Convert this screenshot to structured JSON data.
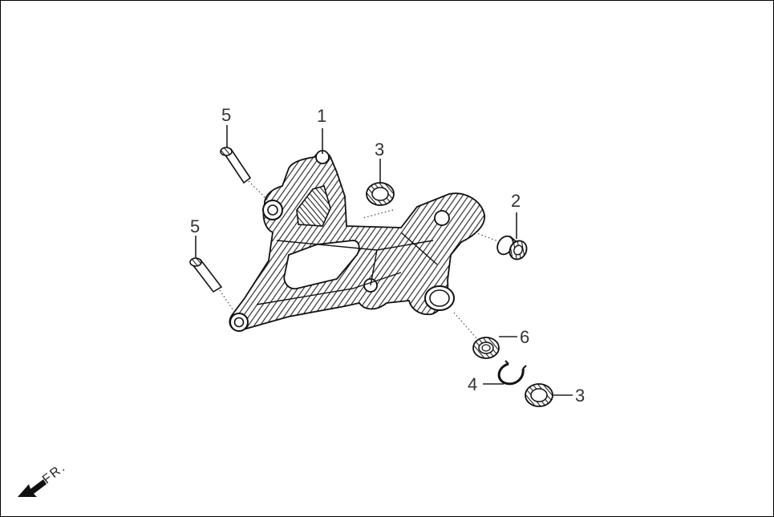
{
  "callouts": [
    {
      "id": "bracket",
      "label": "1"
    },
    {
      "id": "bushing",
      "label": "2"
    },
    {
      "id": "seal-upper",
      "label": "3"
    },
    {
      "id": "seal-lower",
      "label": "3"
    },
    {
      "id": "circlip",
      "label": "4"
    },
    {
      "id": "bolt-upper",
      "label": "5"
    },
    {
      "id": "bolt-lower",
      "label": "5"
    },
    {
      "id": "bearing",
      "label": "6"
    }
  ],
  "direction": {
    "label": "FR."
  },
  "colors": {
    "line": "#111111",
    "text": "#333333",
    "background": "#ffffff"
  }
}
